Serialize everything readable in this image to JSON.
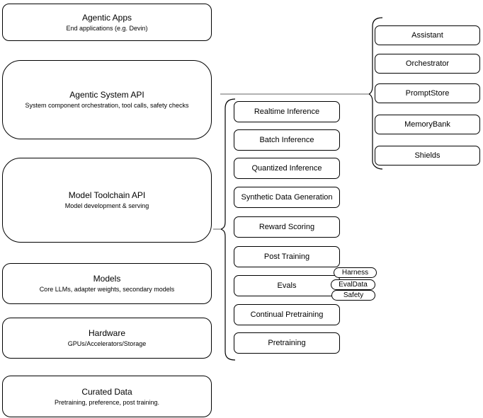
{
  "diagram": {
    "layers": [
      {
        "title": "Agentic Apps",
        "subtitle": "End applications (e.g. Devin)"
      },
      {
        "title": "Agentic System API",
        "subtitle": "System component orchestration, tool calls, safety checks"
      },
      {
        "title": "Model Toolchain API",
        "subtitle": "Model development & serving"
      },
      {
        "title": "Models",
        "subtitle": "Core LLMs, adapter weights, secondary models"
      },
      {
        "title": "Hardware",
        "subtitle": "GPUs/Accelerators/Storage"
      },
      {
        "title": "Curated Data",
        "subtitle": "Pretraining, preference, post training."
      }
    ],
    "toolchain_services": [
      "Realtime Inference",
      "Batch Inference",
      "Quantized Inference",
      "Synthetic Data Generation",
      "Reward Scoring",
      "Post Training",
      "Evals",
      "Continual Pretraining",
      "Pretraining"
    ],
    "evals_components": [
      "Harness",
      "EvalData",
      "Safety"
    ],
    "system_components": [
      "Assistant",
      "Orchestrator",
      "PromptStore",
      "MemoryBank",
      "Shields"
    ],
    "colors": {
      "stroke": "#000000",
      "shape_fill": "#ffffff",
      "background": "#ffffff",
      "connector": "#666666"
    }
  }
}
